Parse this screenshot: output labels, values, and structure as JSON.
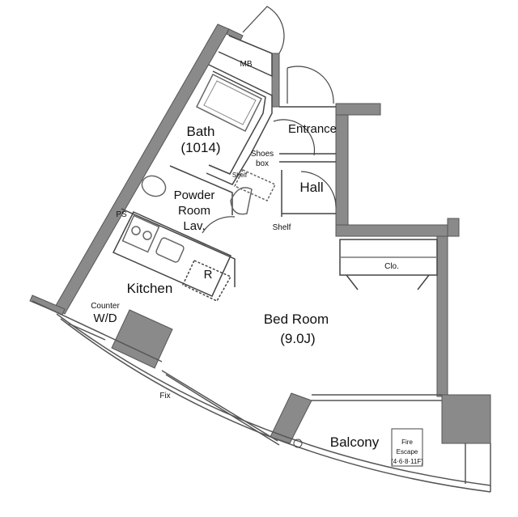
{
  "rooms": {
    "bath": "Bath",
    "bath_code": "(1014)",
    "entrance": "Entrance",
    "hall": "Hall",
    "powder_room_1": "Powder",
    "powder_room_2": "Room",
    "powder_room_3": "Lav.",
    "kitchen": "Kitchen",
    "bed_room": "Bed Room",
    "bed_room_size": "(9.0J)",
    "balcony": "Balcony"
  },
  "labels": {
    "mb": "MB",
    "shoes_box_1": "Shoes",
    "shoes_box_2": "box",
    "shelf_upper": "Shelf",
    "shelf_lower": "Shelf",
    "ps": "PS",
    "refrigerator": "R",
    "counter": "Counter",
    "wd": "W/D",
    "closet": "Clo.",
    "fix": "Fix",
    "fire_escape_1": "Fire",
    "fire_escape_2": "Escape",
    "fire_escape_3": "(4·6·8·11F)"
  },
  "colors": {
    "wall": "#8a8a8a",
    "line": "#444444",
    "fixture": "#666666"
  }
}
